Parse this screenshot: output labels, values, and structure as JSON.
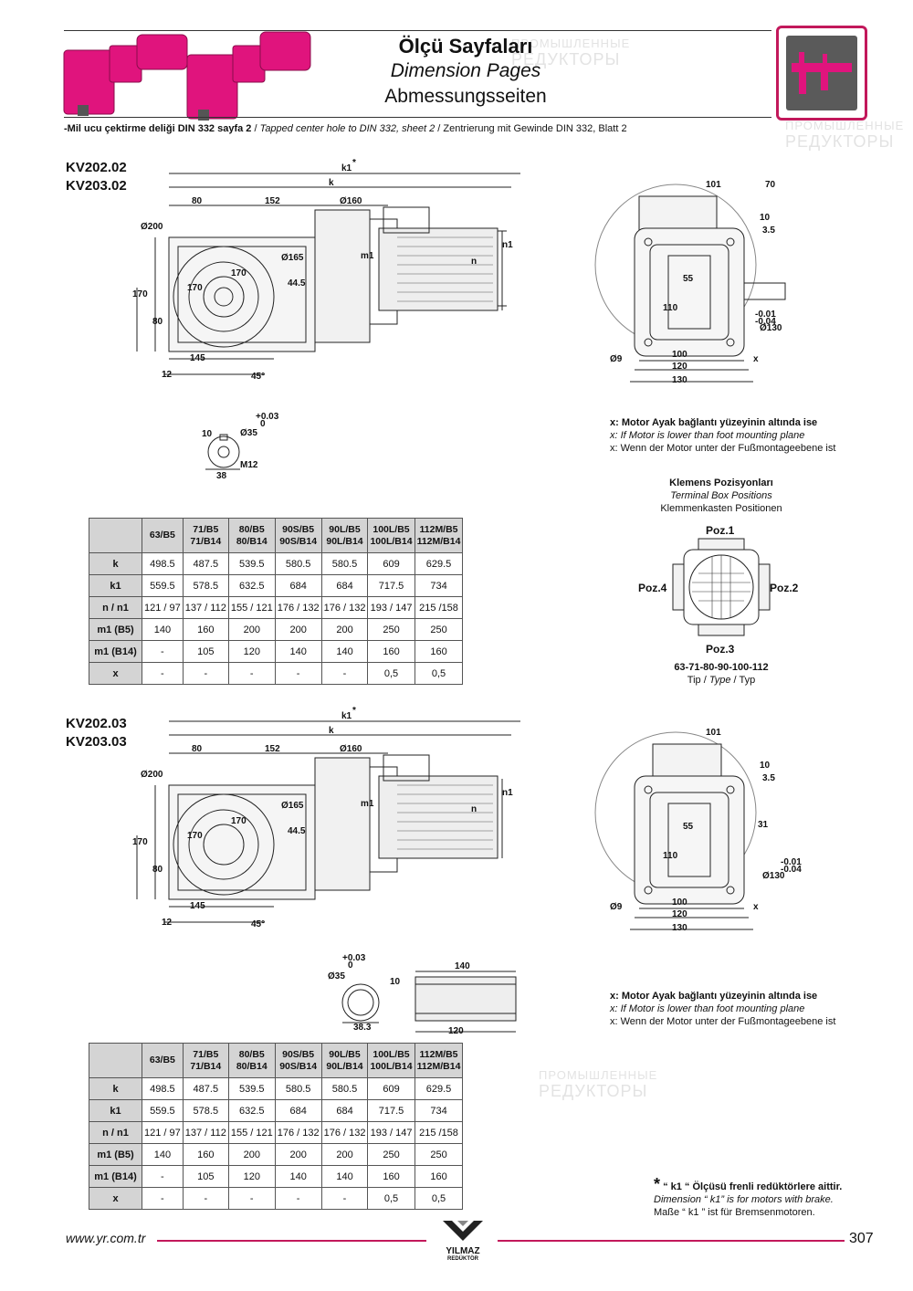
{
  "header": {
    "title_tr": "Ölçü Sayfaları",
    "title_en": "Dimension Pages",
    "title_de": "Abmessungsseiten",
    "icon": "caliper-icon",
    "note_tr": "-Mil ucu çektirme deliği DIN 332 sayfa 2",
    "note_en": "Tapped center hole to DIN 332, sheet 2",
    "note_de": "Zentrierung mit Gewinde DIN 332, Blatt 2"
  },
  "section1": {
    "model_a": "KV202.02",
    "model_b": "KV203.02",
    "dims": {
      "k1": "k1",
      "k": "k",
      "d80": "80",
      "d152": "152",
      "d160": "Ø160",
      "d200": "Ø200",
      "d165": "Ø165",
      "d170a": "170",
      "d170b": "170",
      "d170c": "170",
      "d44": "44.5",
      "m1": "m1",
      "n": "n",
      "n1": "n1",
      "d80b": "80",
      "d145": "145",
      "d12": "12",
      "a45": "45°",
      "d101": "101",
      "d70": "70",
      "d10": "10",
      "d35": "3.5",
      "d55": "55",
      "d110": "110",
      "tol1": "-0.01",
      "tol2": "-0.04",
      "d130c": "Ø130",
      "d9": "Ø9",
      "d100": "100",
      "d120": "120",
      "d130": "130",
      "x": "x",
      "shaft_tol1": "+0.03",
      "shaft_tol2": "0",
      "shaft_10": "10",
      "shaft_d35": "Ø35",
      "shaft_m12": "M12",
      "shaft_38": "38"
    }
  },
  "section2": {
    "model_a": "KV202.03",
    "model_b": "KV203.03",
    "dims": {
      "k1": "k1",
      "k": "k",
      "d80": "80",
      "d152": "152",
      "d160": "Ø160",
      "d200": "Ø200",
      "d165": "Ø165",
      "d170a": "170",
      "d170b": "170",
      "d170c": "170",
      "d44": "44.5",
      "m1": "m1",
      "n": "n",
      "n1": "n1",
      "d80b": "80",
      "d145": "145",
      "d12": "12",
      "a45": "45°",
      "d101": "101",
      "d10": "10",
      "d35": "3.5",
      "d55": "55",
      "d110": "110",
      "d31": "31",
      "tol1": "-0.01",
      "tol2": "-0.04",
      "d130c": "Ø130",
      "d9": "Ø9",
      "d100": "100",
      "d120": "120",
      "d130": "130",
      "x": "x",
      "hub_tol1": "+0.03",
      "hub_tol2": "0",
      "hub_d35": "Ø35",
      "hub_10": "10",
      "hub_383": "38.3",
      "hub_140": "140",
      "hub_120": "120"
    }
  },
  "xnote": {
    "tr": "x: Motor Ayak bağlantı yüzeyinin altında ise",
    "en": "x: If Motor is lower than foot mounting plane",
    "de": "x: Wenn der Motor unter der Fußmontageebene ist"
  },
  "terminal": {
    "title_tr": "Klemens Pozisyonları",
    "title_en": "Terminal Box Positions",
    "title_de": "Klemmenkasten Positionen",
    "poz1": "Poz.1",
    "poz2": "Poz.2",
    "poz3": "Poz.3",
    "poz4": "Poz.4",
    "types": "63-71-80-90-100-112",
    "type_label_tr": "Tip",
    "type_label_en": "Type",
    "type_label_de": "Typ"
  },
  "table": {
    "headers": [
      [
        "63/B5",
        ""
      ],
      [
        "71/B5",
        "71/B14"
      ],
      [
        "80/B5",
        "80/B14"
      ],
      [
        "90S/B5",
        "90S/B14"
      ],
      [
        "90L/B5",
        "90L/B14"
      ],
      [
        "100L/B5",
        "100L/B14"
      ],
      [
        "112M/B5",
        "112M/B14"
      ]
    ],
    "rows": [
      {
        "label": "k",
        "values": [
          "498.5",
          "487.5",
          "539.5",
          "580.5",
          "580.5",
          "609",
          "629.5"
        ]
      },
      {
        "label": "k1",
        "values": [
          "559.5",
          "578.5",
          "632.5",
          "684",
          "684",
          "717.5",
          "734"
        ]
      },
      {
        "label": "n / n1",
        "values": [
          "121 / 97",
          "137 / 112",
          "155 / 121",
          "176 / 132",
          "176 / 132",
          "193 / 147",
          "215 /158"
        ]
      },
      {
        "label": "m1 (B5)",
        "values": [
          "140",
          "160",
          "200",
          "200",
          "200",
          "250",
          "250"
        ]
      },
      {
        "label": "m1 (B14)",
        "values": [
          "-",
          "105",
          "120",
          "140",
          "140",
          "160",
          "160"
        ]
      },
      {
        "label": "x",
        "values": [
          "-",
          "-",
          "-",
          "-",
          "-",
          "0,5",
          "0,5"
        ]
      }
    ]
  },
  "k1note": {
    "star": "*",
    "tr": "“ k1 “ Ölçüsü frenli redüktörlere aittir.",
    "en": "Dimension “ k1” is for motors with brake.",
    "de": "Maße “ k1 ” ist für Bremsenmotoren."
  },
  "footer": {
    "url": "www.yr.com.tr",
    "brand": "YILMAZ",
    "brand_sub": "REDÜKTÖR",
    "page": "307"
  },
  "watermark": {
    "line1": "ПРОМЫШЛЕННЫЕ",
    "line2": "РЕДУКТОРЫ"
  },
  "colors": {
    "accent": "#c2185b",
    "gearbox": "#e0147d",
    "table_header": "#d4d4d4"
  }
}
